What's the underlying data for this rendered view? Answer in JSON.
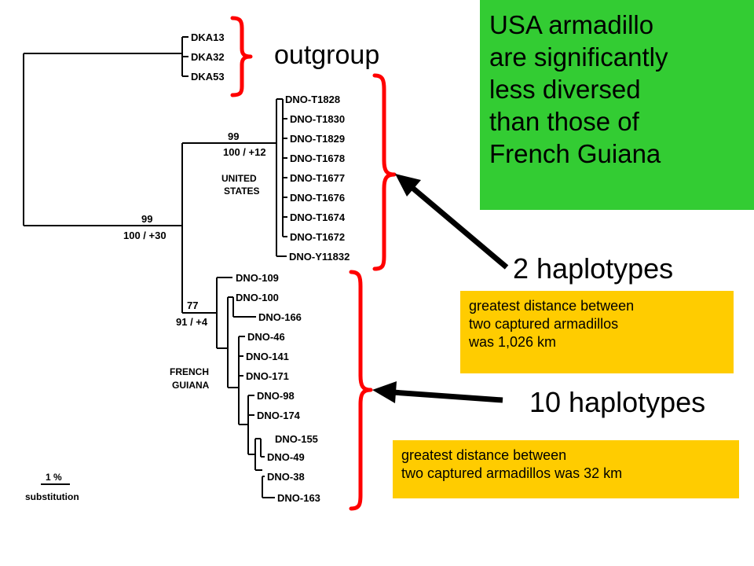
{
  "colors": {
    "bracket": "#ff0000",
    "arrow": "#000000",
    "green_box": "#33cc33",
    "orange_box": "#ffcc00",
    "tree": "#000000"
  },
  "tree": {
    "outgroup_taxa": [
      "DKA13",
      "DKA32",
      "DKA53"
    ],
    "us_taxa": [
      "DNO-T1828",
      "DNO-T1830",
      "DNO-T1829",
      "DNO-T1678",
      "DNO-T1677",
      "DNO-T1676",
      "DNO-T1674",
      "DNO-T1672",
      "DNO-Y11832"
    ],
    "fg_taxa": [
      "DNO-109",
      "DNO-100",
      "DNO-166",
      "DNO-46",
      "DNO-141",
      "DNO-171",
      "DNO-98",
      "DNO-174",
      "DNO-155",
      "DNO-49",
      "DNO-38",
      "DNO-163"
    ],
    "root_support": {
      "top": "99",
      "bottom": "100 / +30"
    },
    "us_support": {
      "top": "99",
      "bottom": "100 / +12"
    },
    "fg_support": {
      "top": "77",
      "bottom": "91 / +4"
    },
    "us_group_label": [
      "UNITED",
      "STATES"
    ],
    "fg_group_label": [
      "FRENCH",
      "GUIANA"
    ],
    "scale": {
      "value": "1 %",
      "label": "substitution"
    }
  },
  "annotations": {
    "outgroup": "outgroup",
    "green_box_lines": [
      "USA armadillo",
      "are significantly",
      "less diversed",
      "than those of",
      "French Guiana"
    ],
    "us_haplotypes": "2 haplotypes",
    "fg_haplotypes": "10 haplotypes",
    "us_distance_lines": [
      "greatest distance between",
      "two captured armadillos",
      "was 1,026 km"
    ],
    "fg_distance_lines": [
      "greatest distance between",
      "two captured armadillos was 32 km"
    ]
  }
}
